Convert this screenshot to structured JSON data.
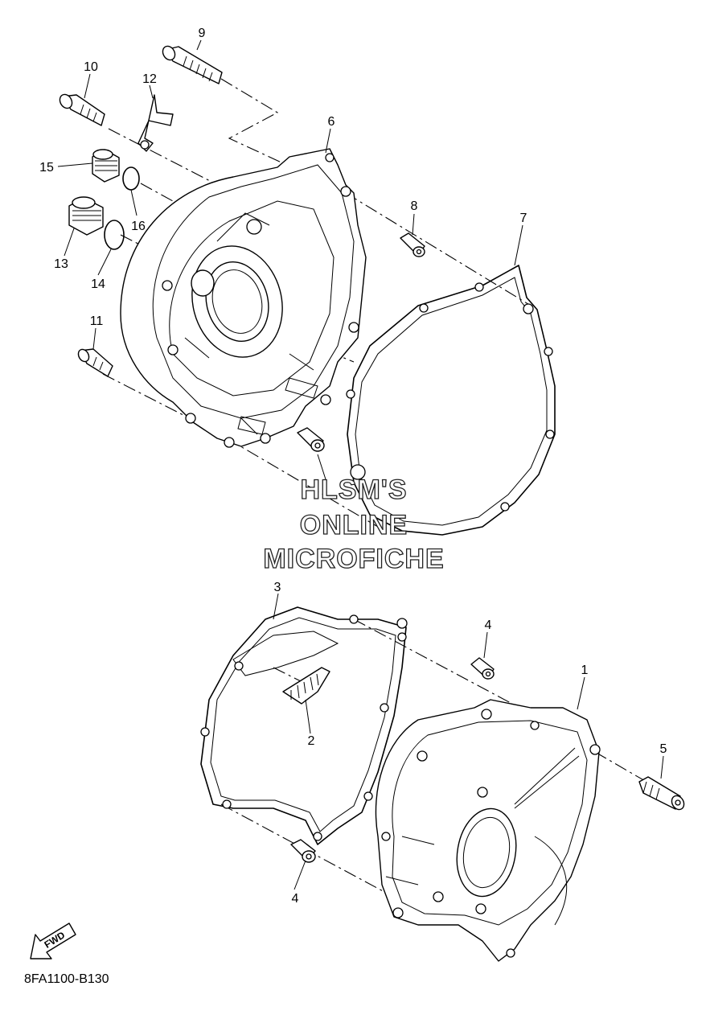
{
  "callouts": [
    {
      "label": "9"
    },
    {
      "label": "10"
    },
    {
      "label": "12"
    },
    {
      "label": "6"
    },
    {
      "label": "15"
    },
    {
      "label": "16"
    },
    {
      "label": "8"
    },
    {
      "label": "7"
    },
    {
      "label": "13"
    },
    {
      "label": "14"
    },
    {
      "label": "11"
    },
    {
      "label": "3"
    },
    {
      "label": "4"
    },
    {
      "label": "1"
    },
    {
      "label": "2"
    },
    {
      "label": "5"
    },
    {
      "label": "4"
    }
  ],
  "watermark": {
    "line1": "HLSM'S",
    "line2": "ONLINE",
    "line3": "MICROFICHE"
  },
  "fwd_label": "FWD",
  "diagram_code": "8FA1100-B130"
}
